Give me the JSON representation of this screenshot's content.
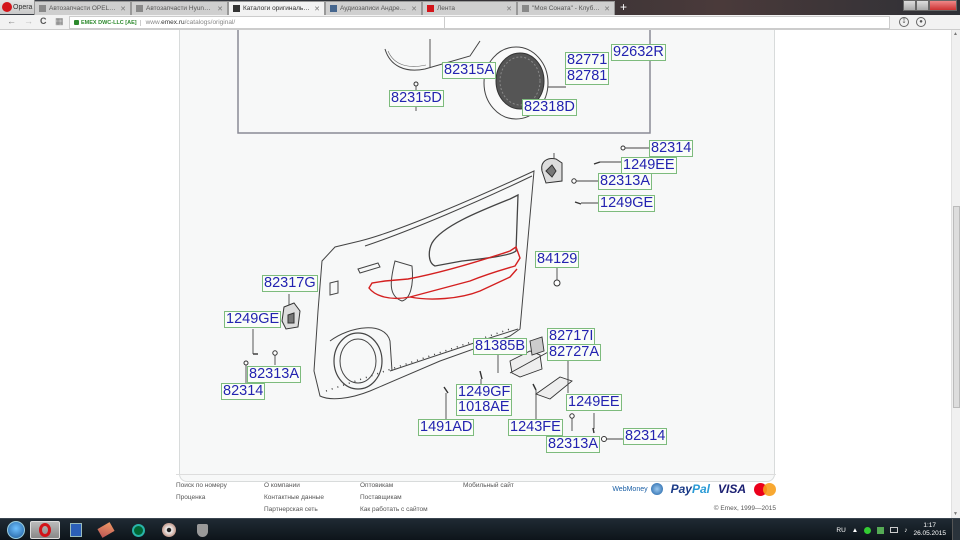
{
  "browser": {
    "app_name": "Opera",
    "tabs": [
      {
        "label": "Автозапчасти OPEL - amex",
        "icon": "page-icon",
        "active": false
      },
      {
        "label": "Автозапчасти Hyundai - ...",
        "icon": "page-icon",
        "active": false
      },
      {
        "label": "Каталоги оригинальных з...",
        "icon": "emex-favicon",
        "active": true
      },
      {
        "label": "Аудиозаписи Андрея Ш...",
        "icon": "vk-favicon",
        "active": false
      },
      {
        "label": "Лента",
        "icon": "opera-favicon",
        "active": false
      },
      {
        "label": "\"Моя Соната\" - Клуб Хё...",
        "icon": "page-icon",
        "active": false
      }
    ],
    "new_tab_label": "+",
    "address": {
      "cert_label": "EMEX DWC-LLC [AE]",
      "url_prefix": "www.",
      "url_host": "emex.ru",
      "url_path": "/catalogs/original/"
    }
  },
  "diagram": {
    "callouts": [
      {
        "id": "82315A",
        "label": "82315A"
      },
      {
        "id": "82315D",
        "label": "82315D"
      },
      {
        "id": "82771",
        "label": "82771"
      },
      {
        "id": "82781",
        "label": "82781"
      },
      {
        "id": "92632R",
        "label": "92632R"
      },
      {
        "id": "82318D",
        "label": "82318D"
      },
      {
        "id": "82314-a",
        "label": "82314"
      },
      {
        "id": "1249EE-a",
        "label": "1249EE"
      },
      {
        "id": "82313A-a",
        "label": "82313A"
      },
      {
        "id": "1249GE-a",
        "label": "1249GE"
      },
      {
        "id": "84129",
        "label": "84129"
      },
      {
        "id": "82317G",
        "label": "82317G"
      },
      {
        "id": "1249GE-b",
        "label": "1249GE"
      },
      {
        "id": "82313A-b",
        "label": "82313A"
      },
      {
        "id": "82314-b",
        "label": "82314"
      },
      {
        "id": "81385B",
        "label": "81385B"
      },
      {
        "id": "82717I",
        "label": "82717I"
      },
      {
        "id": "82727A",
        "label": "82727A"
      },
      {
        "id": "1249GF",
        "label": "1249GF"
      },
      {
        "id": "1018AE",
        "label": "1018AE"
      },
      {
        "id": "1491AD",
        "label": "1491AD"
      },
      {
        "id": "1243FE",
        "label": "1243FE"
      },
      {
        "id": "1249EE-b",
        "label": "1249EE"
      },
      {
        "id": "82313A-c",
        "label": "82313A"
      },
      {
        "id": "82314-c",
        "label": "82314"
      }
    ],
    "highlight_color": "#d42020",
    "callout_text_color": "#2323b0",
    "callout_border_color": "#7dbb7d"
  },
  "footer": {
    "columns": [
      [
        "Поиск по номеру",
        "Проценка"
      ],
      [
        "О компании",
        "Контактные данные",
        "Партнерская сеть"
      ],
      [
        "Оптовикам",
        "Поставщикам",
        "Как работать с сайтом"
      ],
      [
        "Мобильный сайт"
      ]
    ],
    "payments": {
      "webmoney": "WebMoney",
      "paypal_a": "Pay",
      "paypal_b": "Pal",
      "visa": "VISA",
      "mastercard": "MasterCard"
    },
    "copyright": "© Emex, 1999—2015"
  },
  "scroll": {
    "position_fraction": 0.62
  },
  "taskbar": {
    "items": [
      "start-button",
      "opera",
      "save-app",
      "game-app",
      "green-circle-app",
      "media-player",
      "world-of-tanks"
    ],
    "language": "RU",
    "time": "1:17",
    "date": "26.05.2015"
  }
}
